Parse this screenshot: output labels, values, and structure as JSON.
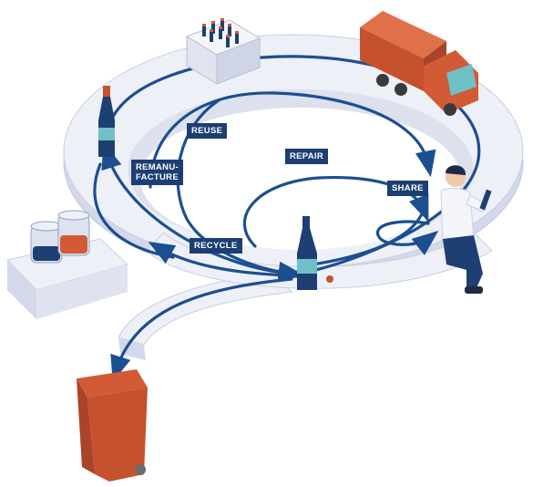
{
  "labels": {
    "reuse": "REUSE",
    "remanufacture_line1": "REMANU-",
    "remanufacture_line2": "FACTURE",
    "repair": "REPAIR",
    "share": "SHARE",
    "recycle": "RECYCLE"
  },
  "colors": {
    "track": "#eef0f8",
    "track_shade": "#d3d8ea",
    "track_edge": "#c1c7de",
    "arrow": "#1c4f8f",
    "label_bg": "#1c3f73",
    "bin": "#c5512e",
    "truck": "#d25a35",
    "bottle": "#1d3f72",
    "accent_teal": "#6fc0c7"
  }
}
